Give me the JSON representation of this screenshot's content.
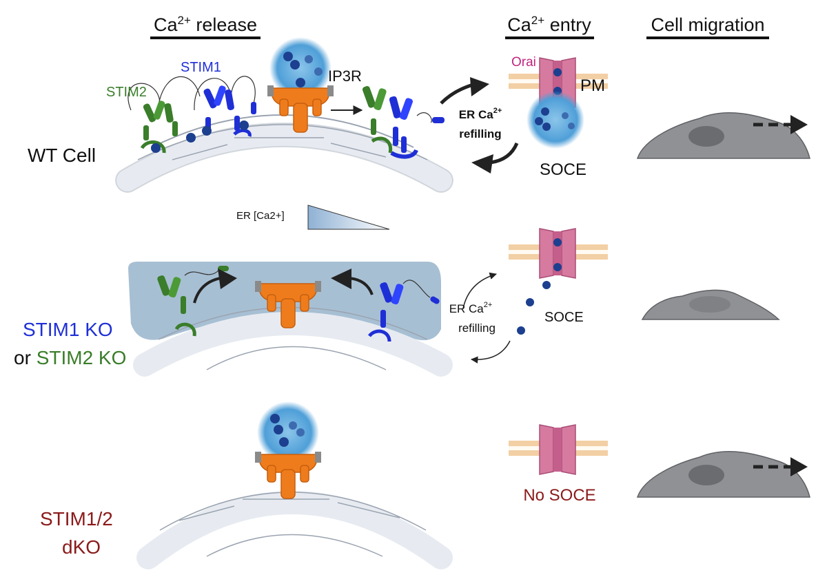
{
  "headers": {
    "release_prefix": "Ca",
    "release_sup": "2+",
    "release_suffix": " release",
    "entry_prefix": "Ca",
    "entry_sup": "2+",
    "entry_suffix": " entry",
    "migration": "Cell migration"
  },
  "rows": {
    "wt": {
      "label": "WT Cell"
    },
    "single_ko": {
      "label_line1": "STIM1 KO",
      "label_line2_prefix": "or ",
      "label_line2_colored": "STIM2 KO"
    },
    "dko": {
      "label_line1": "STIM1/2",
      "label_line2": "dKO"
    }
  },
  "labels": {
    "stim1": "STIM1",
    "stim2": "STIM2",
    "ip3r": "IP3R",
    "orai": "Orai",
    "pm": "PM",
    "er_ca": "ER [Ca2+]",
    "refill_bold_1": "ER Ca",
    "refill_bold_sup": "2+",
    "refill_bold_2": "refilling",
    "soce": "SOCE",
    "refill_1": "ER Ca",
    "refill_sup": "2+",
    "refill_2": "refilling",
    "soce_ko": "SOCE",
    "no_soce": "No SOCE"
  },
  "colors": {
    "stim1": "#1f2fd6",
    "stim2": "#3a7d2a",
    "ip3r": "#f07d1e",
    "orai": "#d56a97",
    "er": "#e3e7ee",
    "er_outline": "#9aa3b0",
    "calcium": "#1d3f8f",
    "ca_cloud": "#5ca9de",
    "cell": "#8e9093",
    "membrane": "#f2cfa4",
    "dko_text": "#8b1a1a",
    "orai_text": "#c0247e"
  }
}
